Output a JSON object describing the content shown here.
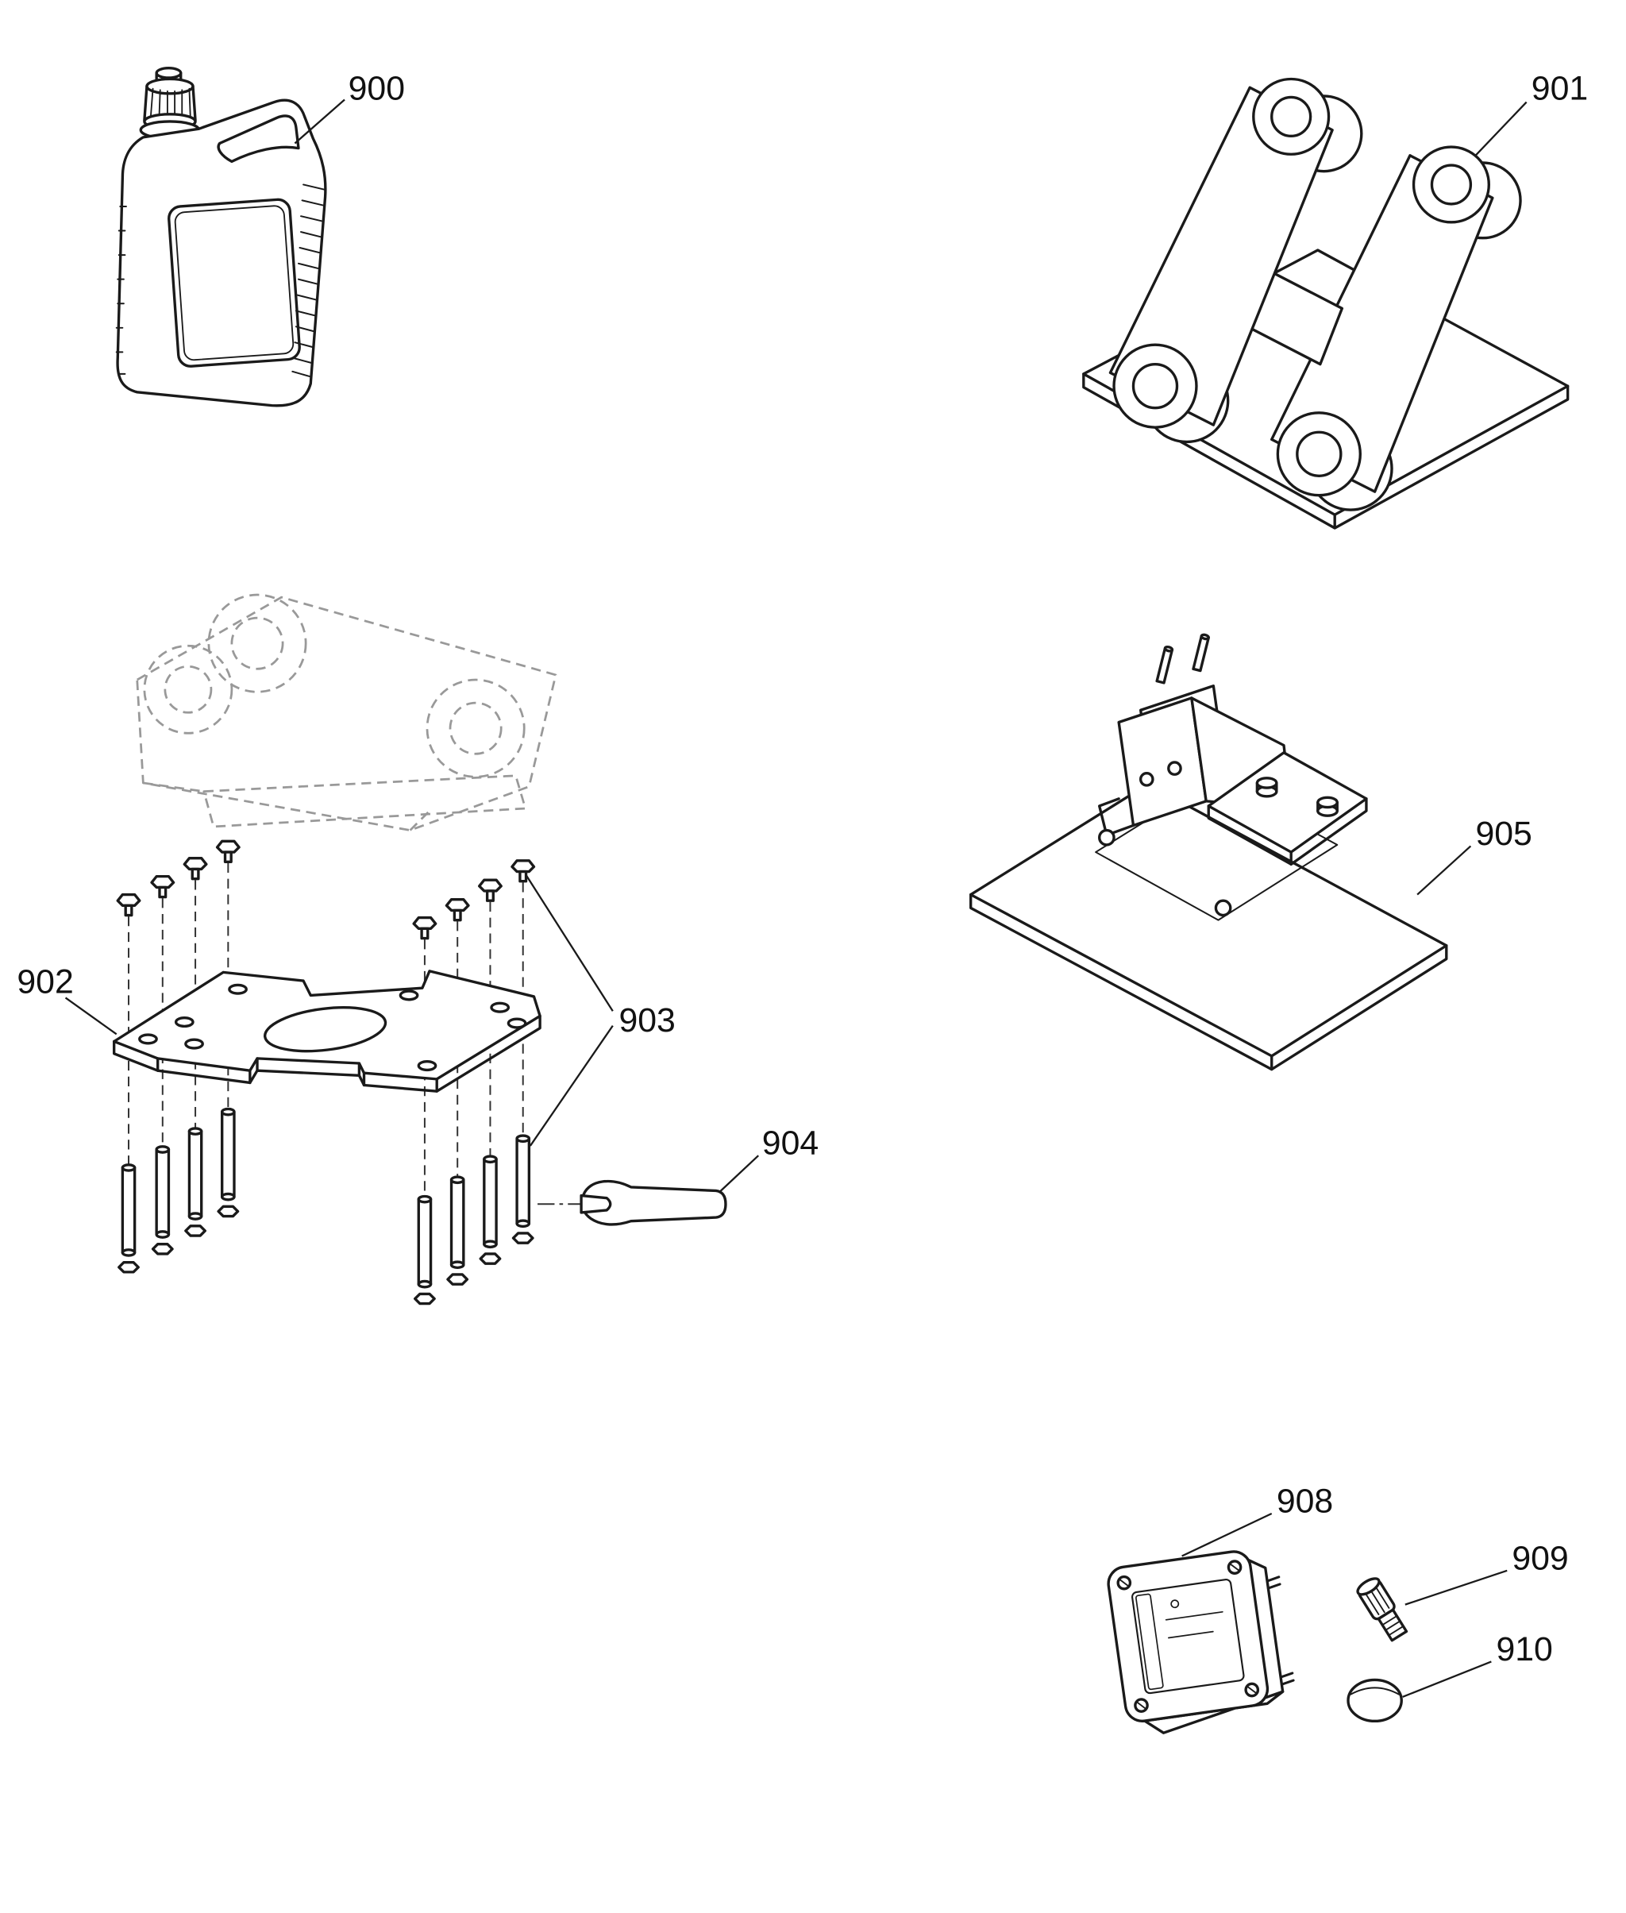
{
  "page": {
    "kind": "exploded-parts-diagram",
    "background": "#ffffff",
    "line_color": "#1a1a1a",
    "ghost_color": "#999999"
  },
  "diagram": {
    "callouts": [
      {
        "id": "900",
        "label": "900",
        "part": "oil-bottle"
      },
      {
        "id": "901",
        "label": "901",
        "part": "mounting-bracket"
      },
      {
        "id": "902",
        "label": "902",
        "part": "adapter-plate"
      },
      {
        "id": "903",
        "label": "903",
        "part": "bolt-and-stud-set"
      },
      {
        "id": "904",
        "label": "904",
        "part": "open-end-wrench"
      },
      {
        "id": "905",
        "label": "905",
        "part": "plate-bracket-assembly"
      },
      {
        "id": "908",
        "label": "908",
        "part": "control-unit-box"
      },
      {
        "id": "909",
        "label": "909",
        "part": "plug-connector"
      },
      {
        "id": "910",
        "label": "910",
        "part": "round-cap"
      }
    ]
  }
}
